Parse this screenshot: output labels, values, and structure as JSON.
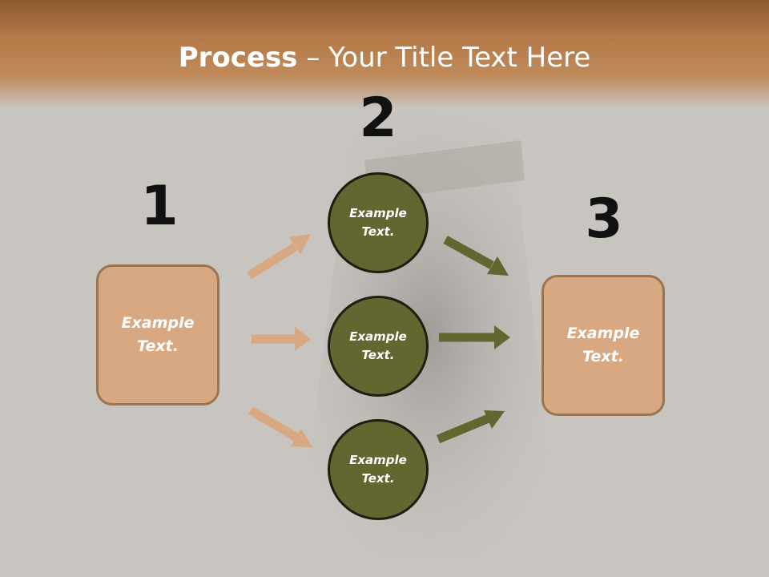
{
  "title": {
    "bold": "Process",
    "rest": " – Your Title Text Here"
  },
  "steps": {
    "n1": "1",
    "n2": "2",
    "n3": "3"
  },
  "boxes": {
    "left": {
      "line1": "Example",
      "line2": "Text."
    },
    "right": {
      "line1": "Example",
      "line2": "Text."
    }
  },
  "circles": [
    {
      "line1": "Example",
      "line2": "Text."
    },
    {
      "line1": "Example",
      "line2": "Text."
    },
    {
      "line1": "Example",
      "line2": "Text."
    }
  ],
  "colors": {
    "header": "#b57a48",
    "box_fill": "#d8a882",
    "box_border": "#9b7452",
    "circle_fill": "#646630",
    "arrow_tan": "#d8a882",
    "arrow_olive": "#646630"
  }
}
